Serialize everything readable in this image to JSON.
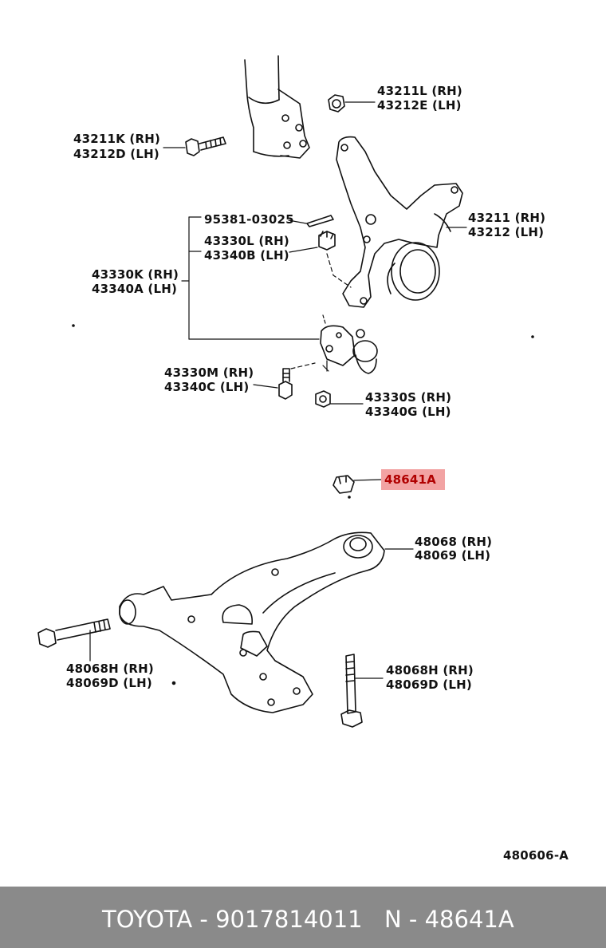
{
  "labels": {
    "p43211L": "43211L (RH)",
    "p43212E": "43212E (LH)",
    "p43211K": "43211K (RH)",
    "p43212D": "43212D (LH)",
    "p95381": "95381-03025",
    "p43330L": "43330L (RH)",
    "p43340B": "43340B (LH)",
    "p43211": "43211 (RH)",
    "p43212": "43212 (LH)",
    "p43330K": "43330K (RH)",
    "p43340A": "43340A (LH)",
    "p43330M": "43330M (RH)",
    "p43340C": "43340C (LH)",
    "p43330S": "43330S (RH)",
    "p43340G": "43340G (LH)",
    "p48641A": "48641A",
    "p48068": "48068 (RH)",
    "p48069": "48069 (LH)",
    "p48068H_left": "48068H (RH)",
    "p48069D_left": "48069D (LH)",
    "p48068H_right": "48068H (RH)",
    "p48069D_right": "48069D (LH)",
    "diagram_code": "480606-A"
  },
  "highlight_color": "#f2a3a3",
  "footer": {
    "brand_part": "TOYOTA - 9017814011",
    "ref": "N - 48641A"
  }
}
